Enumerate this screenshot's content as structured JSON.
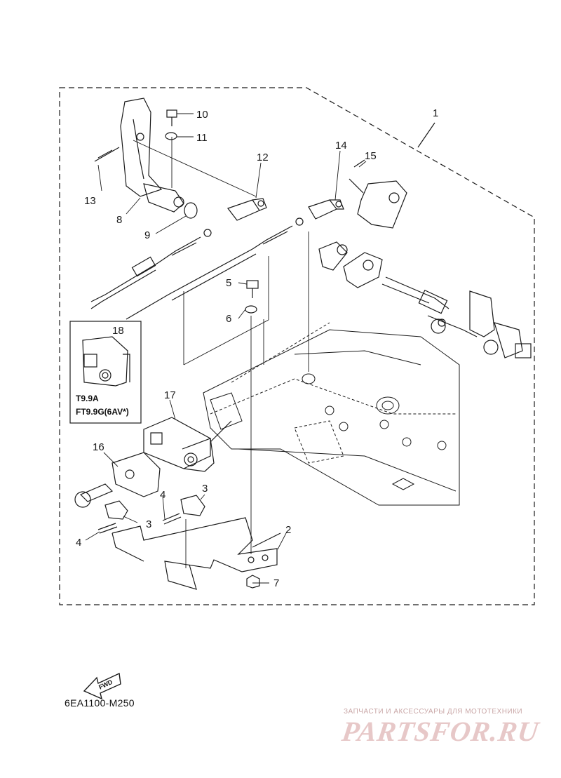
{
  "diagram": {
    "part_labels": {
      "p1": "1",
      "p2": "2",
      "p3a": "3",
      "p3b": "3",
      "p4a": "4",
      "p4b": "4",
      "p5": "5",
      "p6": "6",
      "p7": "7",
      "p8": "8",
      "p9": "9",
      "p10": "10",
      "p11": "11",
      "p12": "12",
      "p13": "13",
      "p14": "14",
      "p15": "15",
      "p16": "16",
      "p17": "17",
      "p18": "18"
    },
    "inset": {
      "number": "18",
      "model_line1": "T9.9A",
      "model_line2": "FT9.9G(6AV*)"
    },
    "fwd_label": "FWD",
    "drawing_code": "6EA1100-M250"
  },
  "watermark": {
    "tagline": "ЗАПЧАСТИ И АКСЕССУАРЫ ДЛЯ МОТОТЕХНИКИ",
    "brand": "PARTSFOR.RU"
  },
  "colors": {
    "line": "#1a1a1a",
    "watermark": "#e7c8c8"
  }
}
